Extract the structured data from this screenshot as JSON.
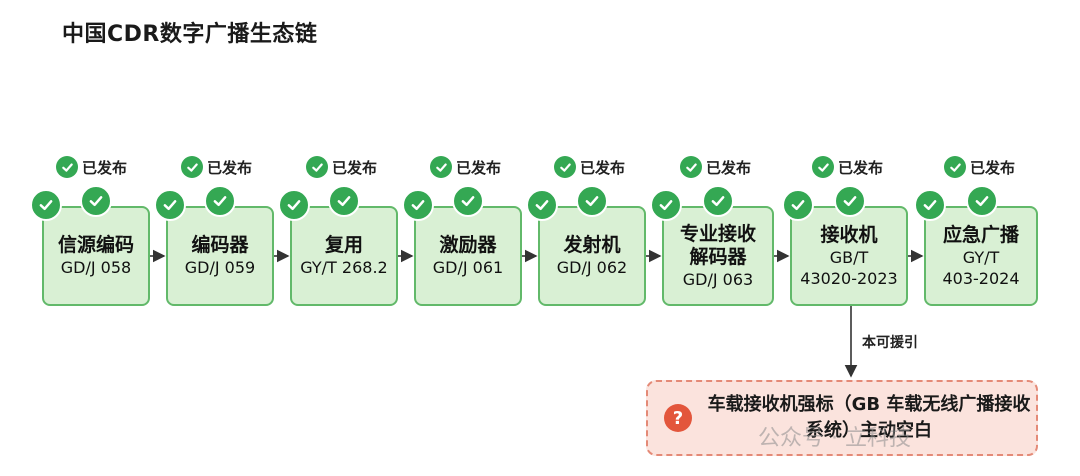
{
  "title": "中国CDR数字广播生态链",
  "status_label": "已发布",
  "nodes": [
    {
      "name": "信源编码",
      "code": "GD/J 058"
    },
    {
      "name": "编码器",
      "code": "GD/J 059"
    },
    {
      "name": "复用",
      "code": "GY/T 268.2"
    },
    {
      "name": "激励器",
      "code": "GD/J 061"
    },
    {
      "name": "发射机",
      "code": "GD/J 062"
    },
    {
      "name": "专业接收\n解码器",
      "code": "GD/J 063"
    },
    {
      "name": "接收机",
      "code": "GB/T\n43020-2023"
    },
    {
      "name": "应急广播",
      "code": "GY/T\n403-2024"
    }
  ],
  "edge_label": "本可援引",
  "warning": {
    "icon": "?",
    "text": "车载接收机强标（GB 车载无线广播接收系统）主动空白"
  },
  "watermark": "公众号 · 立科技",
  "colors": {
    "check_green": "#34a853",
    "node_fill": "#d9f0d4",
    "node_border": "#62b96a",
    "warning_fill": "#fbe3dd",
    "warning_border": "#e48a77",
    "warning_icon": "#e3563c"
  }
}
